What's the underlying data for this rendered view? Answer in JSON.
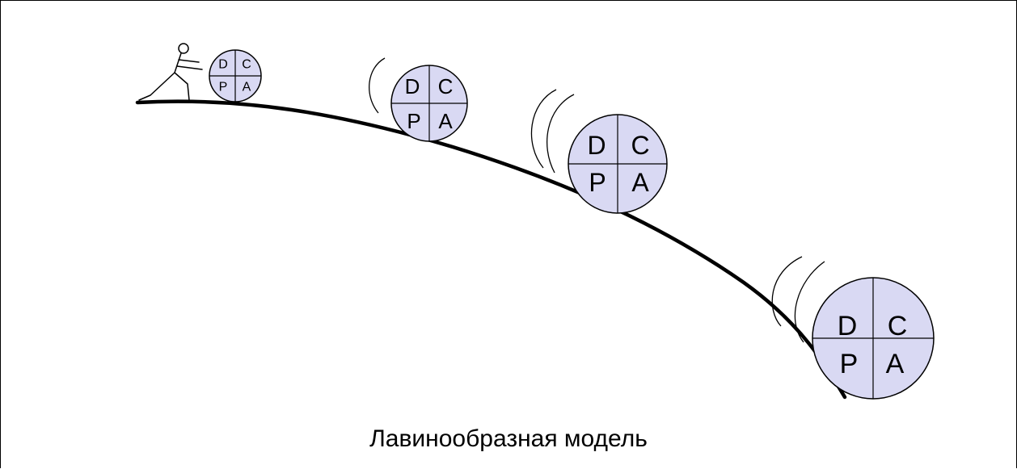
{
  "caption": "Лавинообразная модель",
  "cycle_labels": {
    "tl": "D",
    "tr": "C",
    "bl": "P",
    "br": "A"
  },
  "wheels": [
    {
      "name": "pdca-wheel-small",
      "labels": [
        "D",
        "C",
        "P",
        "A"
      ]
    },
    {
      "name": "pdca-wheel-medium",
      "labels": [
        "D",
        "C",
        "P",
        "A"
      ]
    },
    {
      "name": "pdca-wheel-large",
      "labels": [
        "D",
        "C",
        "P",
        "A"
      ]
    },
    {
      "name": "pdca-wheel-xlarge",
      "labels": [
        "D",
        "C",
        "P",
        "A"
      ]
    }
  ],
  "colors": {
    "wheel_fill": "#d9d9f3",
    "stroke": "#000000",
    "background": "#ffffff"
  }
}
